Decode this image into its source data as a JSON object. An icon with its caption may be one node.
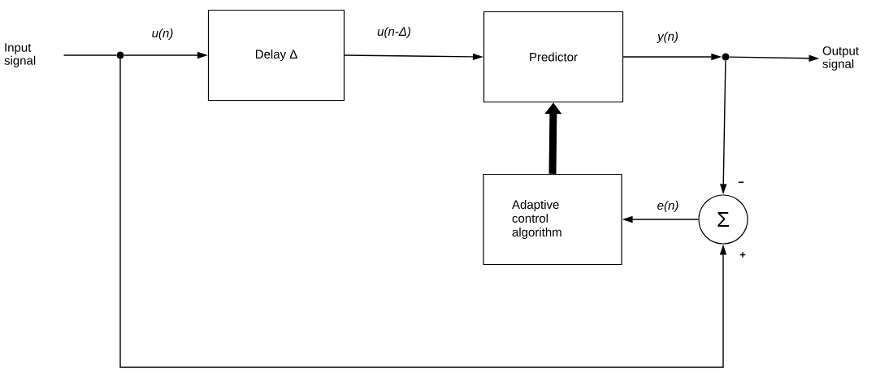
{
  "diagram": {
    "nodes": [
      {
        "text": [
          "Input signal"
        ]
      },
      {
        "text": [],
        "shape": "circle"
      },
      {
        "text": [
          "Delay Δ"
        ]
      },
      {
        "text": [
          "Predictor"
        ]
      },
      {
        "text": [],
        "shape": "circle"
      },
      {
        "text": [
          "Output signal"
        ]
      },
      {
        "text": [
          "Adaptive control algorithm"
        ]
      },
      {
        "text": [
          "Σ"
        ]
      }
    ],
    "edges": [
      {
        "from": 0,
        "to": 1,
        "arrow": "none"
      },
      {
        "from": 1,
        "to": 2,
        "arrow": "to",
        "label": "u(n)"
      },
      {
        "from": 2,
        "to": 3,
        "arrow": "to",
        "label": "u(n-Δ)"
      },
      {
        "from": 3,
        "to": 4,
        "arrow": "to",
        "label": "y(n)"
      },
      {
        "from": 4,
        "to": 5,
        "arrow": "to"
      },
      {
        "from": 4,
        "to": 7,
        "arrow": "to"
      },
      {
        "from": 7,
        "to": 6,
        "arrow": "to",
        "label": "e(n)"
      },
      {
        "from": 6,
        "to": 3,
        "arrow": "to",
        "style": "thick"
      },
      {
        "from": 1,
        "to": 7,
        "arrow": "to"
      }
    ],
    "labels": [
      "−",
      "+"
    ]
  }
}
